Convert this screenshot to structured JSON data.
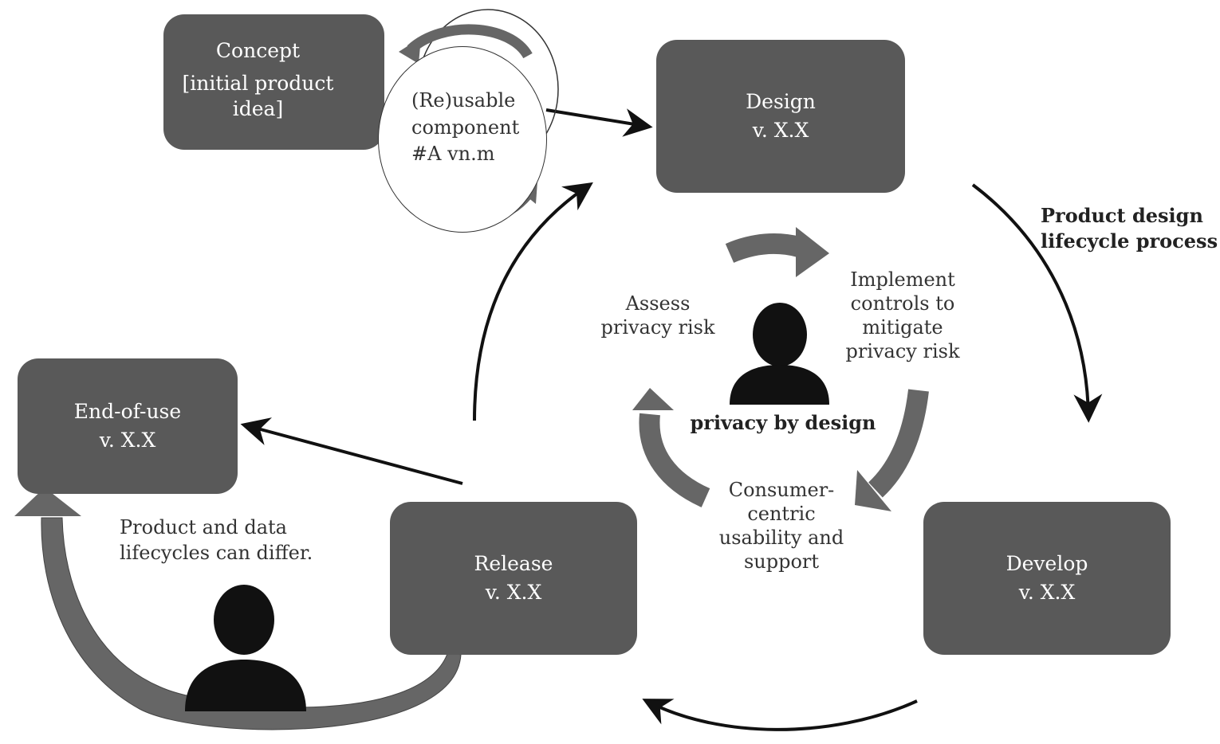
{
  "boxes": {
    "concept": {
      "line1": "Concept",
      "line2": "[initial product",
      "line3": "idea]"
    },
    "design": {
      "line1": "Design",
      "line2": "v. X.X"
    },
    "develop": {
      "line1": "Develop",
      "line2": "v. X.X"
    },
    "release": {
      "line1": "Release",
      "line2": "v. X.X"
    },
    "end_of_use": {
      "line1": "End-of-use",
      "line2": "v. X.X"
    }
  },
  "component": {
    "line1": "(Re)usable",
    "line2": "component",
    "line3": "#A vn.m"
  },
  "process_label": {
    "line1": "Product design",
    "line2": "lifecycle process"
  },
  "privacy_cycle": {
    "assess": {
      "line1": "Assess",
      "line2": "privacy risk"
    },
    "implement": {
      "line1": "Implement",
      "line2": "controls to",
      "line3": "mitigate",
      "line4": "privacy risk"
    },
    "consumer": {
      "line1": "Consumer-",
      "line2": "centric",
      "line3": "usability and",
      "line4": "support"
    },
    "center_label": "privacy by design"
  },
  "lifecycle_note": {
    "line1": "Product and data",
    "line2": "lifecycles can differ."
  },
  "colors": {
    "box": "#595959",
    "arrow_gray": "#666666",
    "arrow_black": "#111111"
  },
  "icons": [
    "person-icon",
    "person-icon"
  ]
}
